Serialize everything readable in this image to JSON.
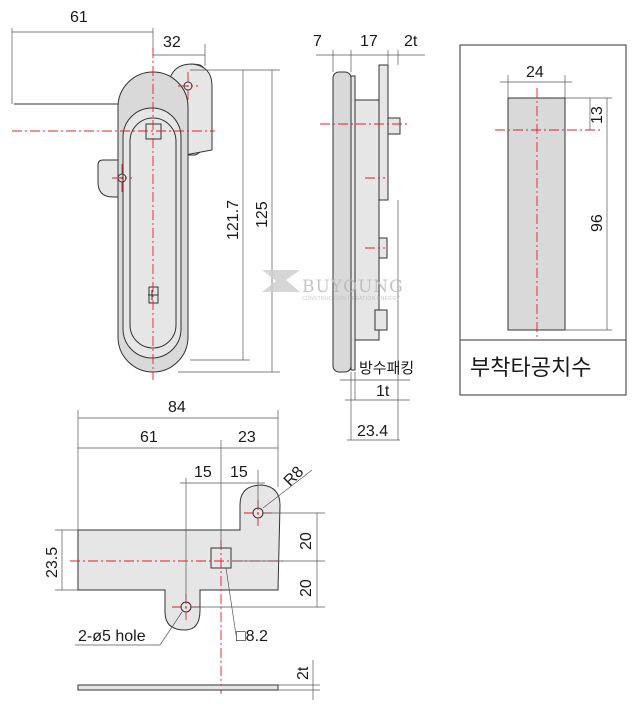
{
  "front_view": {
    "dim_width_total": "61",
    "dim_width_handle": "32",
    "dim_height_inner": "121.7",
    "dim_height_outer": "125"
  },
  "side_view": {
    "dim_a": "7",
    "dim_b": "17",
    "dim_c": "2t",
    "gasket_label": "방수패킹",
    "gasket_thickness": "1t",
    "dim_depth": "23.4"
  },
  "cutout": {
    "dim_width": "24",
    "dim_top": "13",
    "dim_height": "96",
    "caption": "부착타공치수"
  },
  "watermark": {
    "brand": "BUYOUNG",
    "tagline": "CONSTRUCTION CREATION ENERGY"
  },
  "plate_view": {
    "dim_total": "84",
    "dim_left": "61",
    "dim_right": "23",
    "dim_15a": "15",
    "dim_15b": "15",
    "radius": "R8",
    "dim_height_left": "23.5",
    "dim_upper": "20",
    "dim_lower": "20",
    "hole_label": "2-ø5 hole",
    "square_label": "□8.2",
    "thickness": "2t"
  }
}
